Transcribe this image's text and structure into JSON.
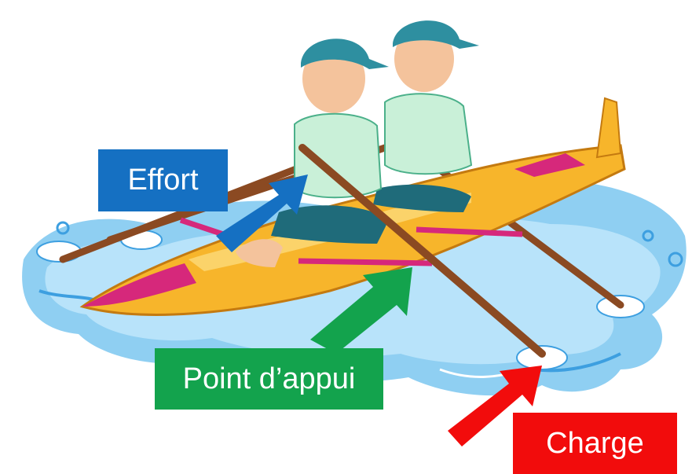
{
  "labels": {
    "effort": "Effort",
    "point_appui": "Point d’appui",
    "charge": "Charge"
  },
  "colors": {
    "effort": "#1570c2",
    "point_appui": "#13a34d",
    "charge": "#f20c0c",
    "water": "#8fcff2",
    "water_dark": "#3d9fe0",
    "boat": "#f7b52b",
    "accent": "#d6287b",
    "oar": "#8b4a22",
    "cap": "#2e8fa0",
    "shirt": "#c9f0d8",
    "shorts": "#1f6b7a",
    "skin": "#f4c39c"
  }
}
